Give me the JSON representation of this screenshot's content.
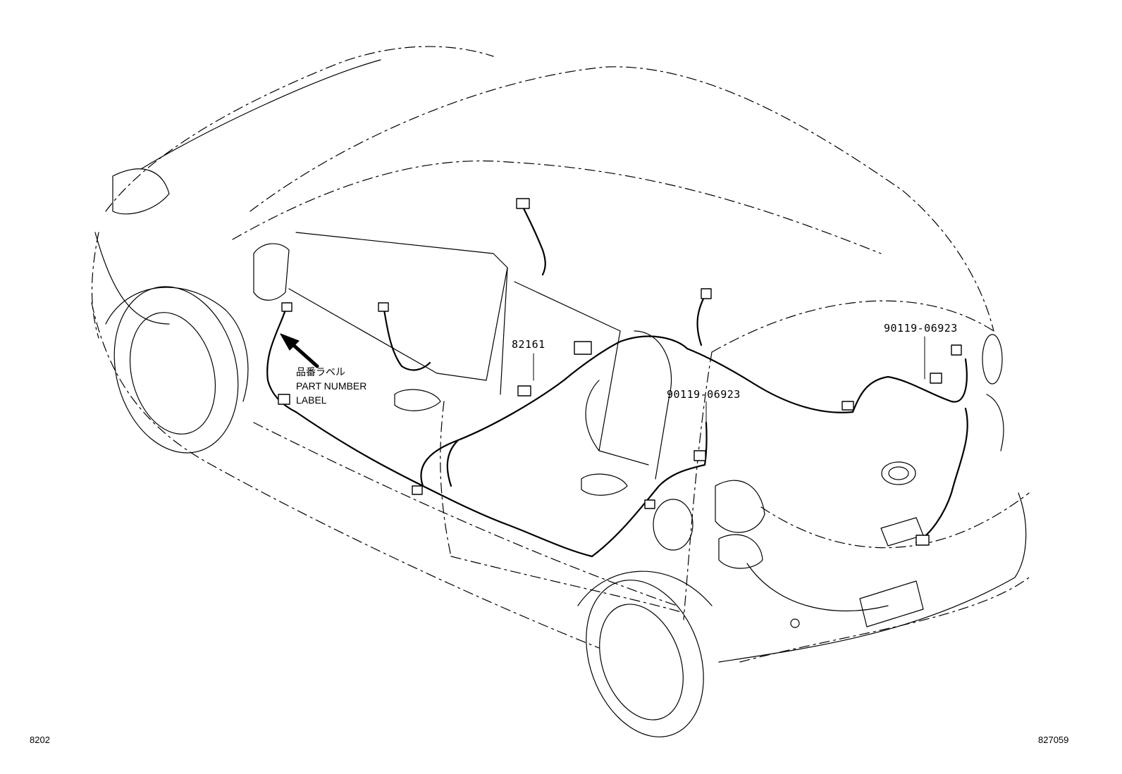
{
  "diagram": {
    "colors": {
      "ink": "#000000",
      "background": "#ffffff"
    },
    "callouts": [
      {
        "id": "82161",
        "text": "82161"
      },
      {
        "id": "90119-a",
        "text": "90119-06923"
      },
      {
        "id": "90119-b",
        "text": "90119-06923"
      }
    ],
    "label_note": {
      "line_ja": "品番ラベル",
      "line_en_1": "PART NUMBER",
      "line_en_2": "LABEL"
    },
    "footer": {
      "left_code": "8202",
      "right_code": "827059"
    }
  }
}
